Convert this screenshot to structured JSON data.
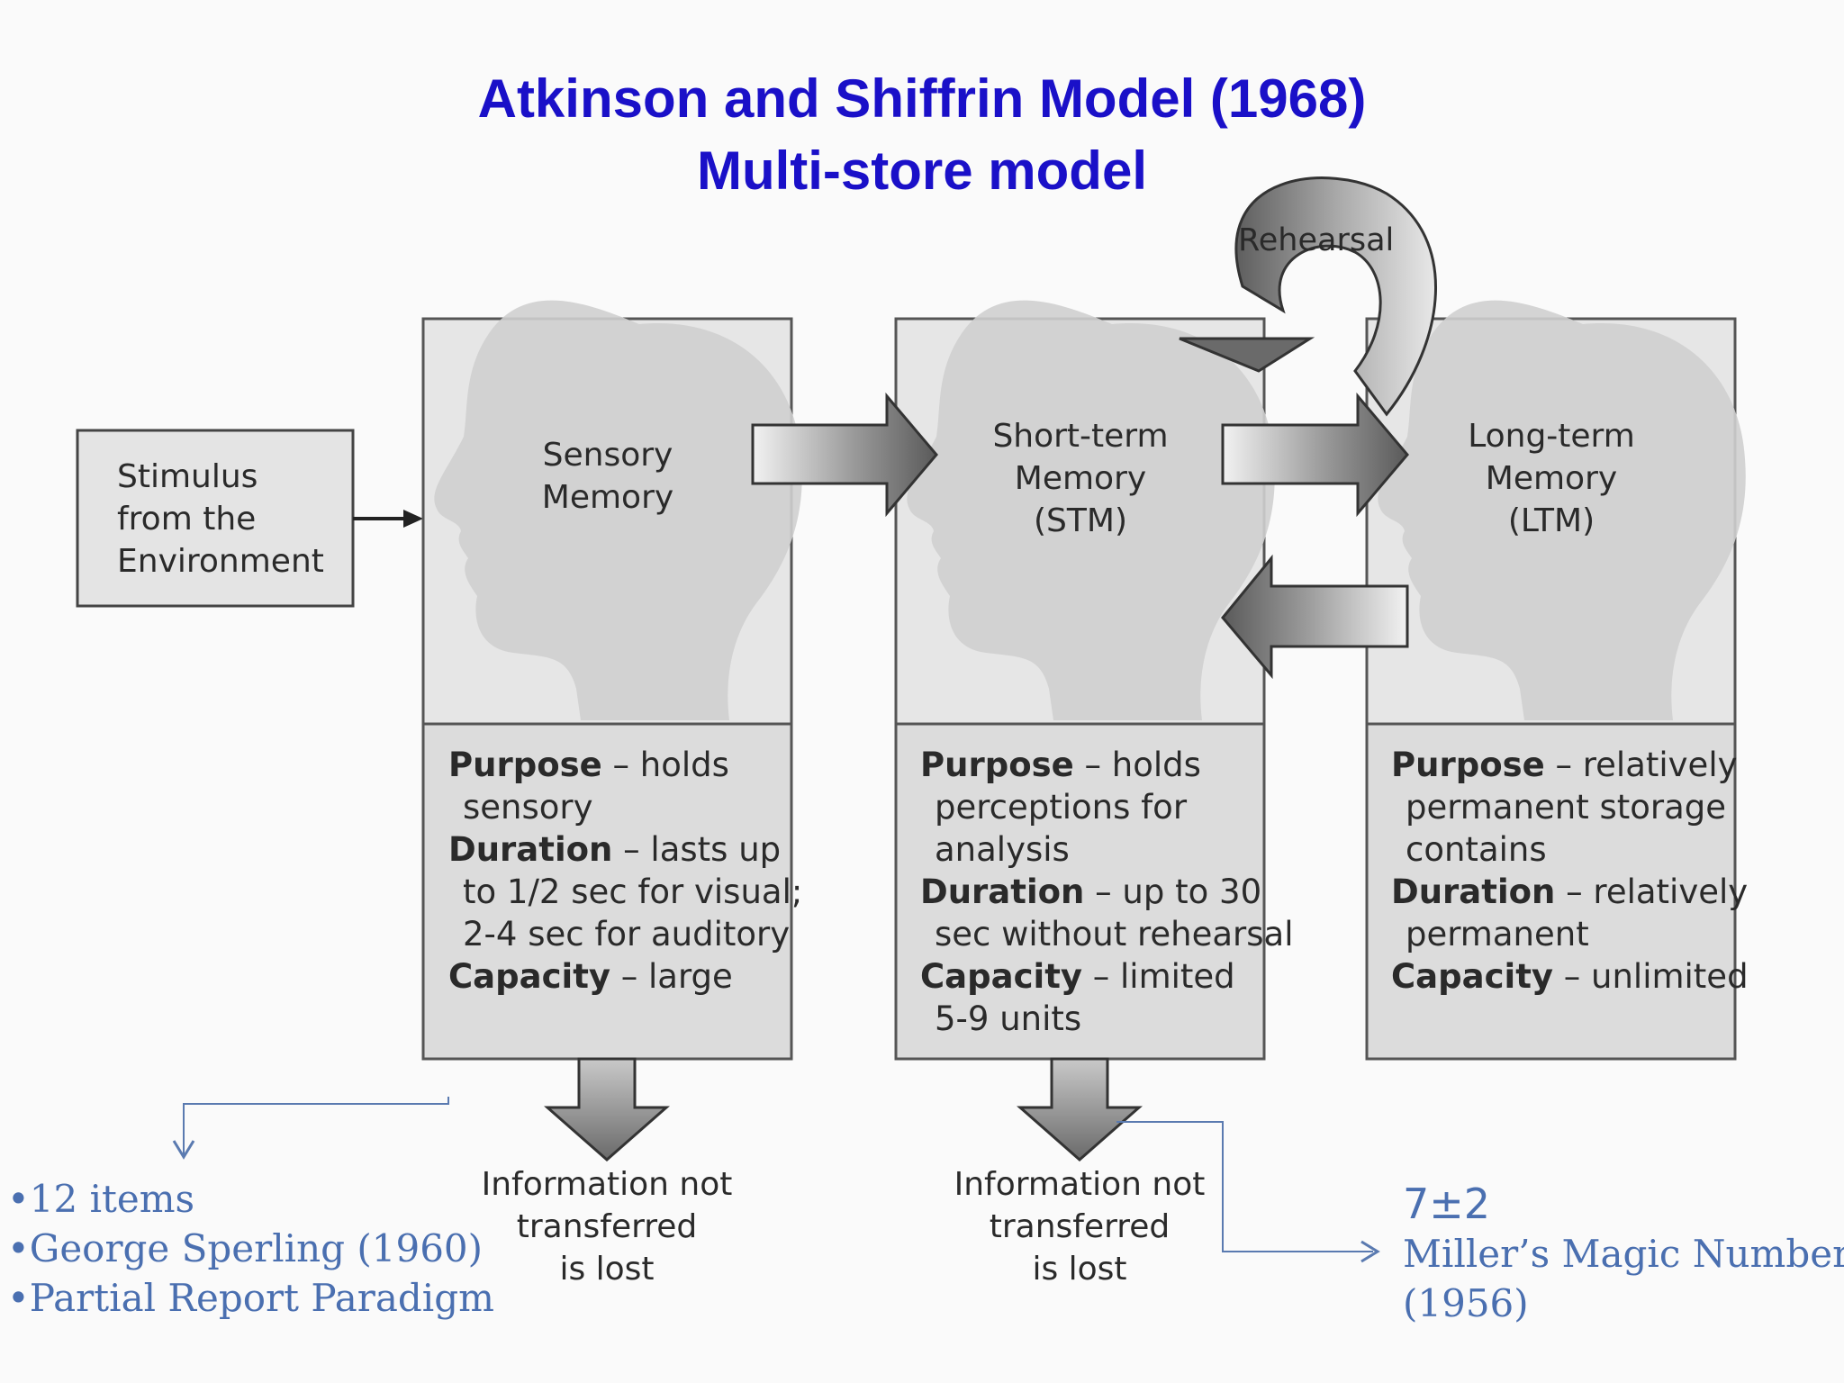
{
  "title": {
    "line1": "Atkinson and Shiffrin Model (1968)",
    "line2": "Multi-store model"
  },
  "stimulus": {
    "line1": "Stimulus",
    "line2": "from the",
    "line3": "Environment"
  },
  "sensory": {
    "name1": "Sensory",
    "name2": "Memory",
    "purpose_label": "Purpose",
    "purpose_text": " – holds",
    "purpose_cont": "sensory",
    "duration_label": "Duration",
    "duration_text": "  – lasts up",
    "duration_cont1": "to 1/2 sec for visual;",
    "duration_cont2": "2-4 sec for auditory",
    "capacity_label": "Capacity",
    "capacity_text": " – large"
  },
  "stm": {
    "name1": "Short-term",
    "name2": "Memory",
    "name3": "(STM)",
    "purpose_label": "Purpose",
    "purpose_text": " – holds",
    "purpose_cont1": "perceptions for",
    "purpose_cont2": "analysis",
    "duration_label": "Duration",
    "duration_text": "  – up to 30",
    "duration_cont": "sec without rehearsal",
    "capacity_label": "Capacity",
    "capacity_text": " – limited",
    "capacity_cont": "5-9 units"
  },
  "ltm": {
    "name1": "Long-term",
    "name2": "Memory",
    "name3": "(LTM)",
    "purpose_label": "Purpose",
    "purpose_text": " – relatively",
    "purpose_cont1": "permanent storage",
    "purpose_cont2": "contains",
    "duration_label": "Duration",
    "duration_text": "  – relatively",
    "duration_cont": "permanent",
    "capacity_label": "Capacity",
    "capacity_text": " – unlimited"
  },
  "rehearsal": "Rehearsal",
  "lost_sensory": {
    "line1": "Information not",
    "line2": "transferred",
    "line3": "is lost"
  },
  "lost_stm": {
    "line1": "Information not",
    "line2": "transferred",
    "line3": "is lost"
  },
  "notes_left": [
    "•12 items",
    "•George Sperling (1960)",
    "•Partial Report Paradigm"
  ],
  "notes_right": {
    "number": "7±2",
    "line1": "Miller’s Magic Number",
    "line2": "(1956)"
  },
  "colors": {
    "title": "#1a10c8",
    "note": "#4a6fb0",
    "box_fill": "#e4e4e4",
    "head_fill": "#cfcfcf",
    "panel_fill": "#dcdcdc"
  },
  "icons": [
    "head-silhouette-icon",
    "arrow-right-icon",
    "arrow-left-icon",
    "arrow-down-icon",
    "rehearsal-loop-icon"
  ]
}
